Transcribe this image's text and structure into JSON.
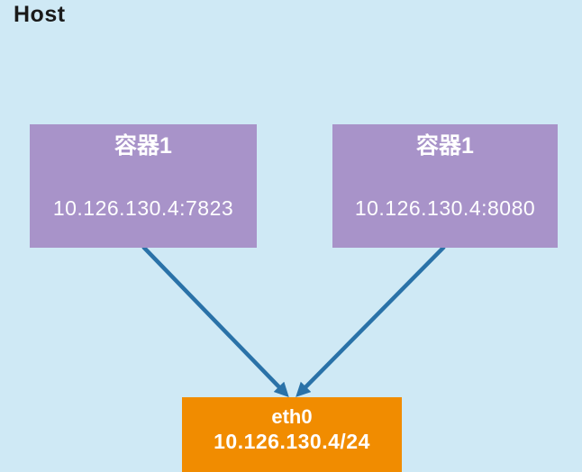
{
  "diagram": {
    "host_label": "Host",
    "containers": [
      {
        "title": "容器1",
        "address": "10.126.130.4:7823"
      },
      {
        "title": "容器1",
        "address": "10.126.130.4:8080"
      }
    ],
    "interface": {
      "name": "eth0",
      "address": "10.126.130.4/24"
    },
    "colors": {
      "background": "#cfe9f5",
      "container_fill": "#a893c9",
      "interface_fill": "#f18c00",
      "arrow": "#2a72a8",
      "text_light": "#ffffff",
      "host_text": "#1a1a1a"
    }
  }
}
